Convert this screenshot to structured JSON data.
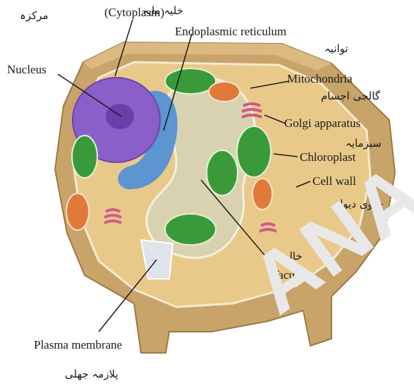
{
  "labels": {
    "cytoplasm": "(Cytoplasm)",
    "cytoplasm_ur": "خلیہ مایہ",
    "nucleus_ur": "مرکزہ",
    "nucleus": "Nucleus",
    "er": "Endoplasmic reticulum",
    "er_ur": "توانیہ",
    "mitochondria": "Mitochondria",
    "mitochondria_ur": "گالجی اجسام",
    "golgi": "Golgi apparatus",
    "golgi_ur": "سبزمایہ",
    "chloroplast": "Chloroplast",
    "cellwall": "Cell wall",
    "cellwall_ur": "خلوی دیوار",
    "vacuole_ur": "خالیہ",
    "vacuole": "Vacuole",
    "plasma": "Plasma membrane",
    "plasma_ur": "پلازمہ جھلی"
  },
  "watermark": "ANA",
  "colors": {
    "cell_wall": "#c8a36a",
    "cytoplasm": "#e9c98a",
    "nucleus": "#8b5fc9",
    "er": "#4d8fd6",
    "vacuole": "#d9d2b0",
    "chloroplast": "#3a9a3a",
    "mitochondria": "#e07a3a",
    "golgi": "#d05a86"
  }
}
